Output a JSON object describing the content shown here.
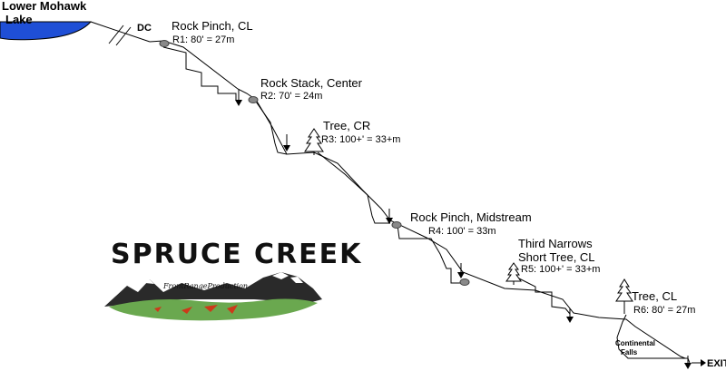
{
  "lake": {
    "label_line1": "Lower Mohawk",
    "label_line2": "Lake",
    "color": "#1f4fd6"
  },
  "dc_label": "DC",
  "rappels": [
    {
      "name": "Rock Pinch, CL",
      "detail": "R1: 80' = 27m",
      "anchor": "rock"
    },
    {
      "name": "Rock Stack, Center",
      "detail": "R2: 70' = 24m",
      "anchor": "rock"
    },
    {
      "name": "Tree, CR",
      "detail": "R3: 100+' = 33+m",
      "anchor": "tree"
    },
    {
      "name": "Rock Pinch, Midstream",
      "detail": "R4: 100' = 33m",
      "anchor": "rock"
    },
    {
      "name_line1": "Third Narrows",
      "name": "Short Tree, CL",
      "detail": "R5: 100+' = 33+m",
      "anchor": "tree"
    },
    {
      "name": "Tree, CL",
      "detail": "R6: 80' = 27m",
      "anchor": "tree"
    }
  ],
  "falls_label_line1": "Continental",
  "falls_label_line2": "Falls",
  "exit_label": "EXIT",
  "logo": {
    "title": "SPRUCE CREEK",
    "production": "FrontRangeProduction"
  }
}
